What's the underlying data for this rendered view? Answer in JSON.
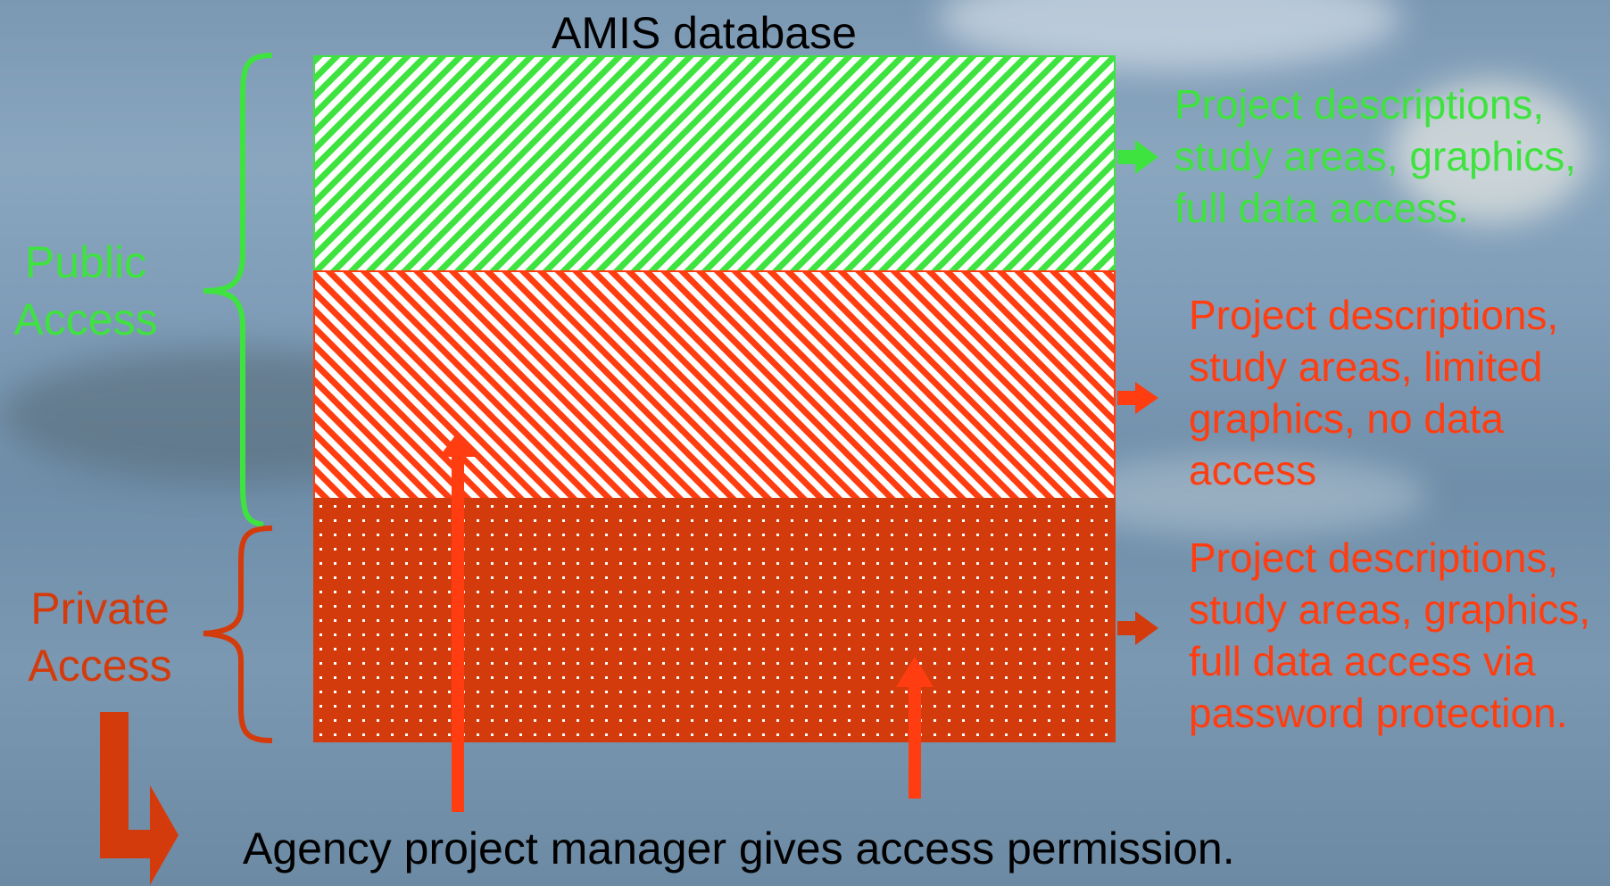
{
  "title": "AMIS database",
  "public_label": [
    "Public",
    "Access"
  ],
  "private_label": [
    "Private",
    "Access"
  ],
  "descriptions": {
    "public": [
      "Project descriptions,",
      "study areas, graphics,",
      "full data access."
    ],
    "limited": [
      "Project descriptions,",
      "study areas, limited",
      "graphics, no data",
      "access"
    ],
    "private": [
      "Project descriptions,",
      "study areas, graphics,",
      "full data access via",
      "password protection."
    ]
  },
  "bottom_note": "Agency project manager gives access permission.",
  "colors": {
    "public_green": "#3fe33f",
    "limited_red": "#ff3d10",
    "private_red": "#d43b0c",
    "text_black": "#000000"
  }
}
